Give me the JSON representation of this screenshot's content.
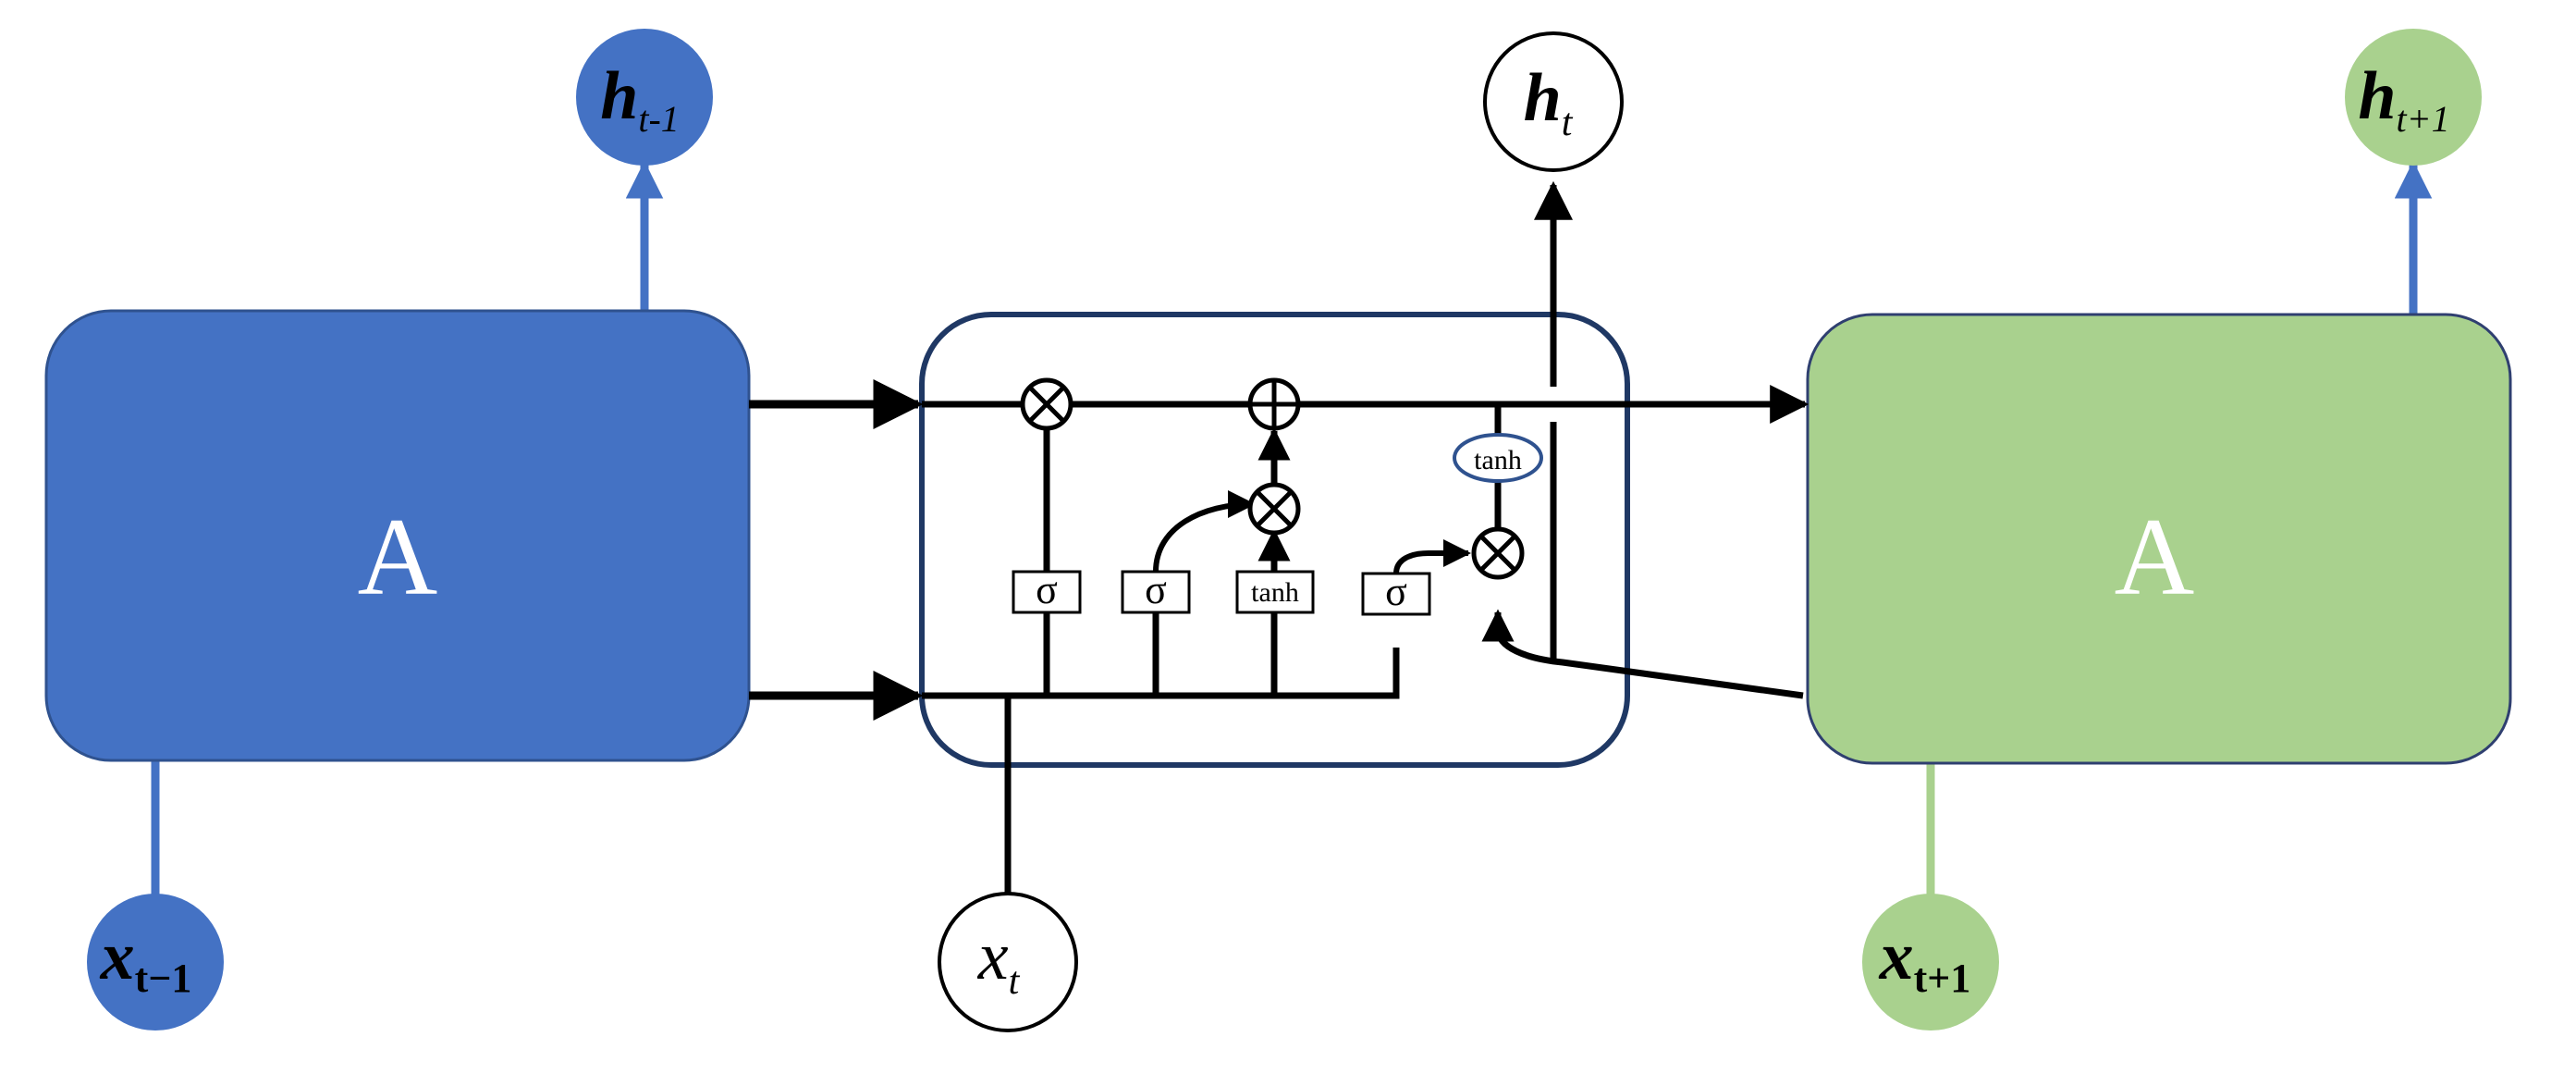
{
  "colors": {
    "blue": "#4472C4",
    "blue_border": "#2F528F",
    "green": "#A9D18E",
    "green_border": "#2F3F70",
    "cell_border": "#1F3864",
    "black": "#000000",
    "blue_line": "#4472C4",
    "green_line": "#A9D18E"
  },
  "cells": {
    "left": {
      "label": "A"
    },
    "right": {
      "label": "A"
    }
  },
  "nodes": {
    "h_prev": {
      "base": "h",
      "sub": "t-1"
    },
    "h_cur": {
      "base": "h",
      "sub": "t"
    },
    "h_next": {
      "base": "h",
      "sub": "t+1"
    },
    "x_prev": {
      "base": "x",
      "sub": "t−1"
    },
    "x_cur": {
      "base": "x",
      "sub": "t"
    },
    "x_next": {
      "base": "x",
      "sub": "t+1"
    }
  },
  "gates": {
    "forget_sigma": "σ",
    "input_sigma": "σ",
    "candidate_tanh": "tanh",
    "output_sigma": "σ",
    "cell_tanh": "tanh"
  },
  "operators": {
    "multiply": "⊗",
    "add": "⊕"
  }
}
